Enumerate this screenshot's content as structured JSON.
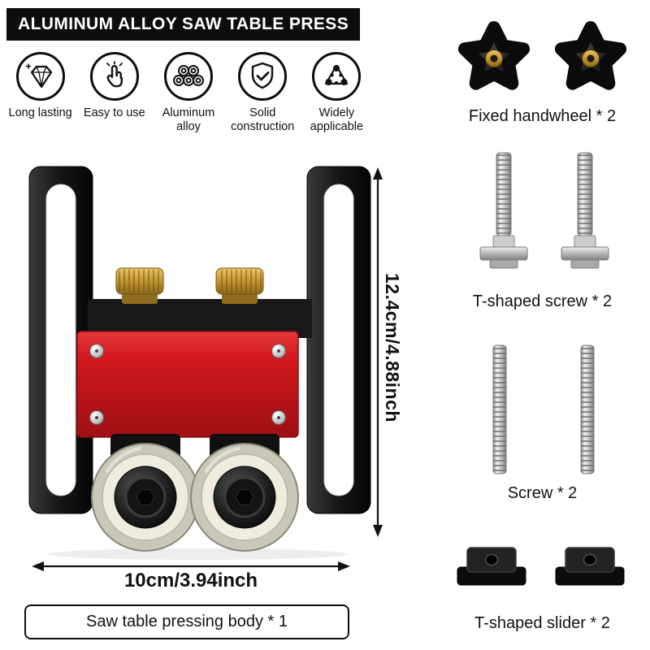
{
  "banner": {
    "title": "ALUMINUM ALLOY SAW TABLE PRESS"
  },
  "features": [
    {
      "label": "Long lasting",
      "icon": "diamond-icon"
    },
    {
      "label": "Easy to use",
      "icon": "touch-icon"
    },
    {
      "label": "Aluminum alloy",
      "icon": "pipes-icon"
    },
    {
      "label": "Solid construction",
      "icon": "shield-check-icon"
    },
    {
      "label": "Widely applicable",
      "icon": "triangle-dots-icon"
    }
  ],
  "product": {
    "height_label": "12.4cm/4.88inch",
    "width_label": "10cm/3.94inch",
    "caption": "Saw table pressing body * 1"
  },
  "parts": [
    {
      "label": "Fixed handwheel * 2"
    },
    {
      "label": "T-shaped screw * 2"
    },
    {
      "label": "Screw * 2"
    },
    {
      "label": "T-shaped slider * 2"
    }
  ],
  "colors": {
    "banner_bg": "#0d0d0d",
    "plate_red": "#d2191f",
    "brass": "#c3962f",
    "steel": "#c4c4c4",
    "body_black": "#161616"
  }
}
